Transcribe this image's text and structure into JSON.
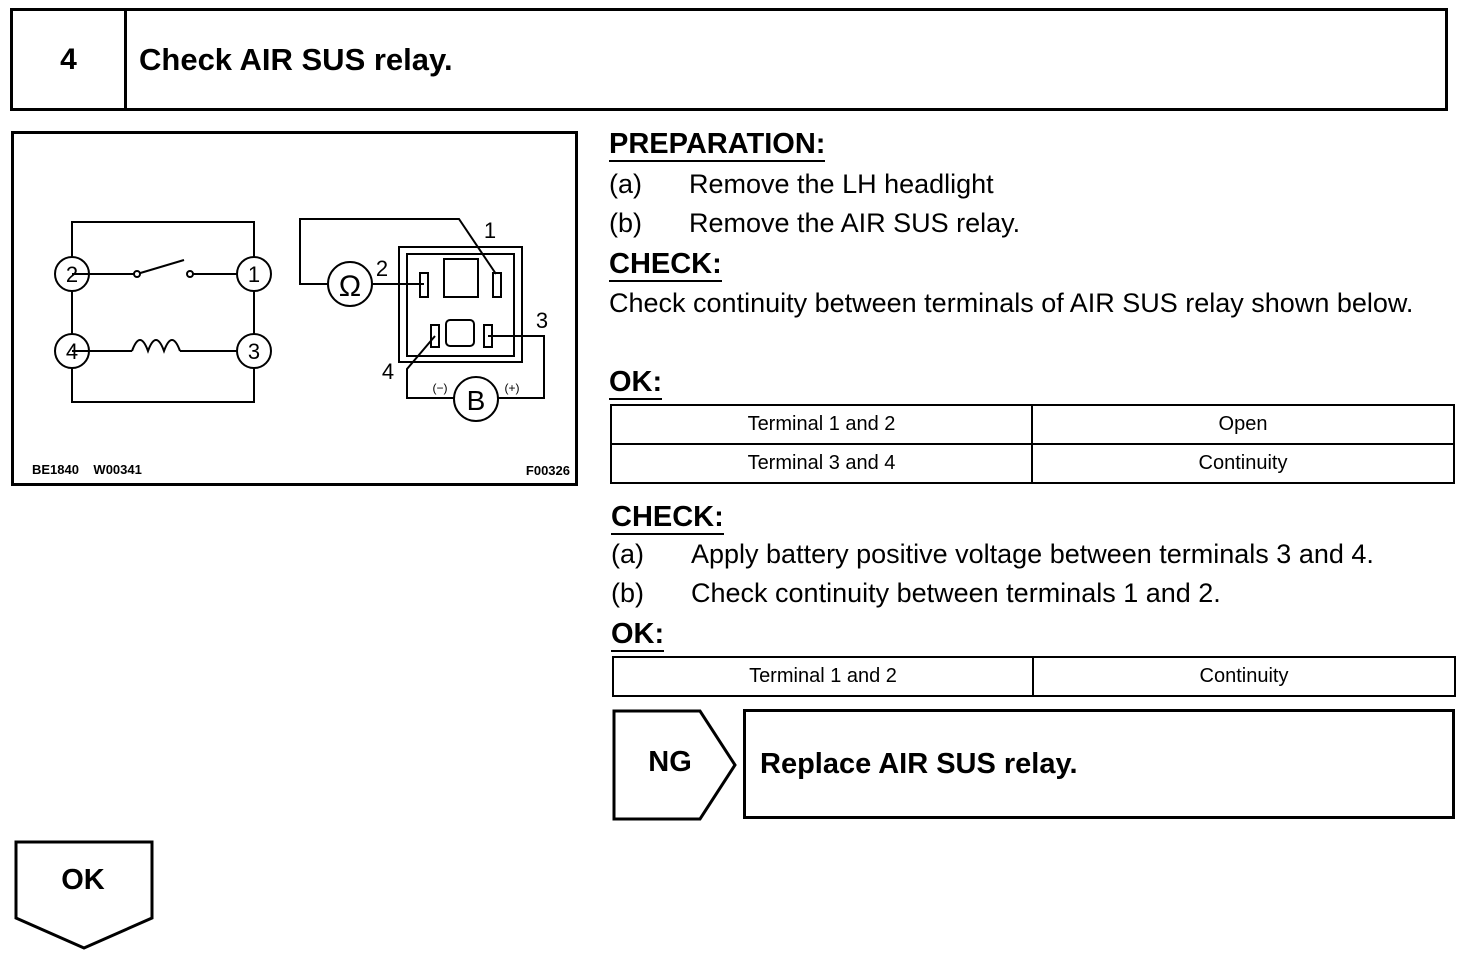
{
  "step": {
    "number": "4",
    "title": "Check AIR SUS relay."
  },
  "figure": {
    "terminal_labels": [
      "2",
      "1",
      "4",
      "3"
    ],
    "relay_terminal_numbers": [
      "1",
      "2",
      "3",
      "4"
    ],
    "ohmmeter_symbol": "Ω",
    "battery_symbol": "B",
    "battery_minus": "(−)",
    "battery_plus": "(+)",
    "codes_left": "BE1840    W00341",
    "code_right": "F00326"
  },
  "preparation": {
    "heading": "PREPARATION:",
    "steps": [
      {
        "label": "(a)",
        "text": "Remove the LH headlight"
      },
      {
        "label": "(b)",
        "text": "Remove the AIR SUS relay."
      }
    ]
  },
  "check1": {
    "heading": "CHECK:",
    "text": "Check continuity between terminals of AIR SUS relay shown below."
  },
  "ok1": {
    "heading": "OK:",
    "rows": [
      {
        "terminal": "Terminal 1 and 2",
        "result": "Open"
      },
      {
        "terminal": "Terminal 3 and 4",
        "result": "Continuity"
      }
    ]
  },
  "check2": {
    "heading": "CHECK:",
    "steps": [
      {
        "label": "(a)",
        "text": "Apply battery positive voltage between terminals 3 and 4."
      },
      {
        "label": "(b)",
        "text": "Check continuity between terminals 1 and 2."
      }
    ]
  },
  "ok2": {
    "heading": "OK:",
    "rows": [
      {
        "terminal": "Terminal 1 and 2",
        "result": "Continuity"
      }
    ]
  },
  "ng": {
    "label": "NG",
    "action": "Replace AIR SUS relay."
  },
  "ok_result": {
    "label": "OK"
  }
}
